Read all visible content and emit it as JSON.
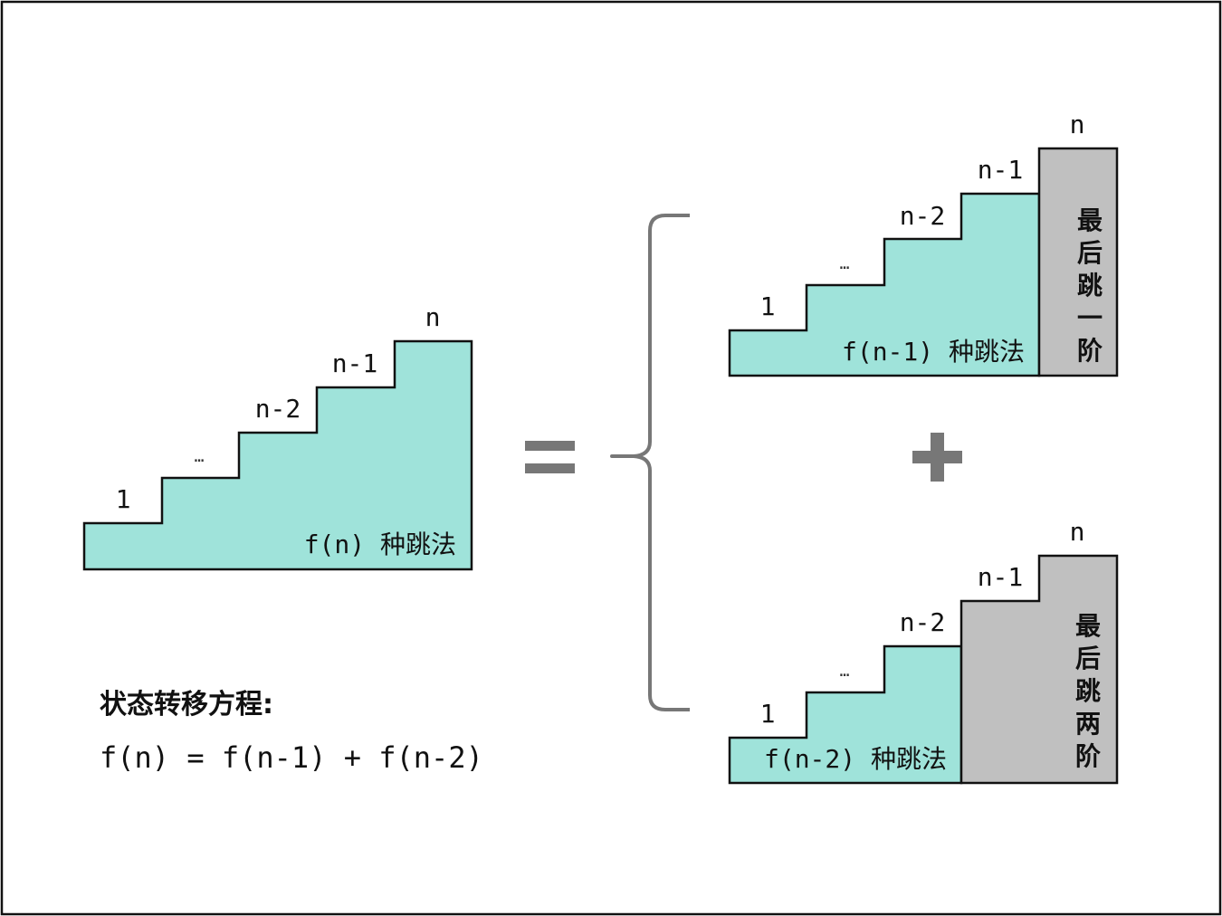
{
  "main_stair": {
    "labels": {
      "s1": "1",
      "dots": "…",
      "s_n2": "n-2",
      "s_n1": "n-1",
      "s_n": "n"
    },
    "caption": "f(n) 种跳法"
  },
  "top_stair": {
    "labels": {
      "s1": "1",
      "dots": "…",
      "s_n2": "n-2",
      "s_n1": "n-1",
      "s_n": "n"
    },
    "caption": "f(n-1) 种跳法",
    "gray_text": [
      "最",
      "后",
      "跳",
      "一",
      "阶"
    ]
  },
  "bottom_stair": {
    "labels": {
      "s1": "1",
      "dots": "…",
      "s_n2": "n-2",
      "s_n1": "n-1",
      "s_n": "n"
    },
    "caption": "f(n-2) 种跳法",
    "gray_text": [
      "最",
      "后",
      "跳",
      "两",
      "阶"
    ]
  },
  "equation": {
    "title": "状态转移方程:",
    "formula": "f(n) = f(n-1) + f(n-2)"
  },
  "colors": {
    "stair": "#9fe3da",
    "gray": "#c0c0c0",
    "symbol": "#777777"
  }
}
